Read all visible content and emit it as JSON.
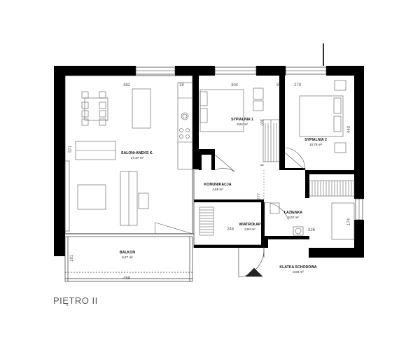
{
  "floor_label": "PIĘTRO II",
  "area_unit": "m²",
  "rooms": [
    {
      "id": "salon",
      "name": "SALON+ANEKS K.",
      "area": "27,37"
    },
    {
      "id": "sypialnia1",
      "name": "SYPIALNIA 1",
      "area": "8,91"
    },
    {
      "id": "sypialnia2",
      "name": "SYPIALNIA 2",
      "area": "10,78"
    },
    {
      "id": "komunikacja",
      "name": "KOMUNIKACJA",
      "area": "4,69"
    },
    {
      "id": "lazienka",
      "name": "ŁAZIENKA",
      "area": "5,02"
    },
    {
      "id": "wiatrolap",
      "name": "WIATROŁAP",
      "area": "3,84"
    },
    {
      "id": "balkon",
      "name": "BALKON",
      "area": "6,27"
    },
    {
      "id": "klatka",
      "name": "KLATKA SCHODOWA",
      "area": "0,00"
    }
  ],
  "dimensions": {
    "salon_width": "482",
    "salon_depth": "571",
    "bedroom1_width": "304",
    "bedroom1_depth": "307",
    "bedroom2_width": "279",
    "bedroom2_depth": "440",
    "hall_depth": "277",
    "bath_width": "326",
    "bath_depth": "174",
    "vestibule_width": "248",
    "balcony_width": "458",
    "balcony_depth": "181",
    "wall_gap_1": "18",
    "wall_gap_2": "8",
    "wall_gap_3": "8"
  }
}
